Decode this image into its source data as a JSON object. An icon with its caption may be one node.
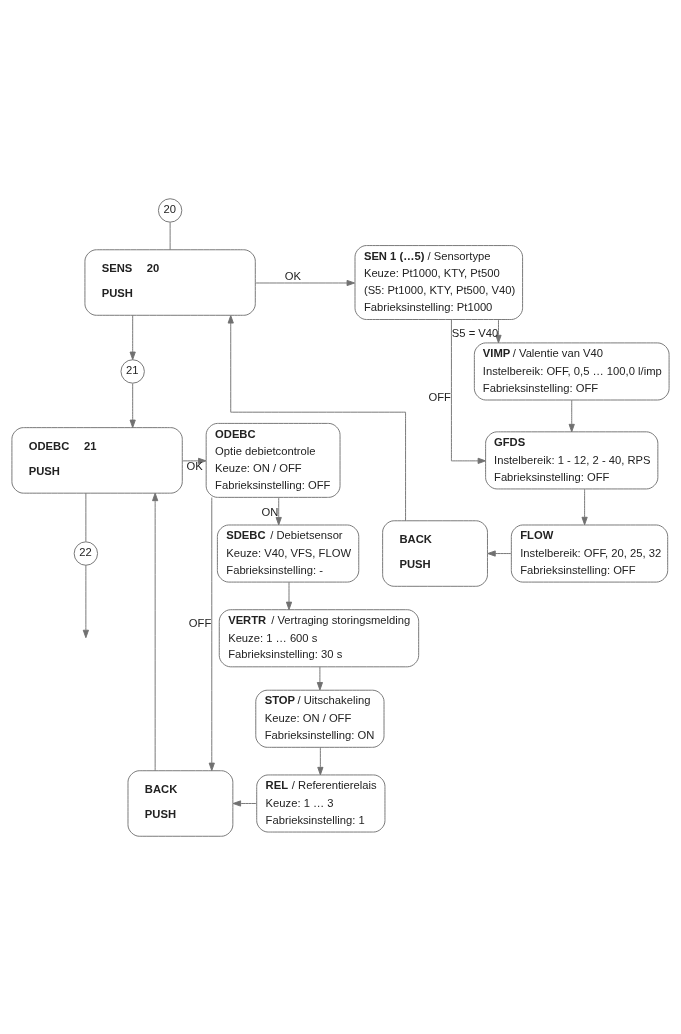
{
  "diagram": {
    "nodes": [
      {
        "text": [
          "20"
        ]
      },
      {
        "text": [
          "SENS",
          "20",
          "PUSH"
        ]
      },
      {
        "text": [
          "**SEN 1 (…5)** / Sensortype",
          "Keuze: Pt1000, KTY, Pt500",
          "(S5: Pt1000, KTY, Pt500, V40)",
          "Fabrieksinstelling: Pt1000"
        ]
      },
      {
        "text": [
          "**VIMP** / Valentie van V40",
          "Instelbereik: OFF, 0,5 … 100,0 l/imp",
          "Fabrieksinstelling: OFF"
        ]
      },
      {
        "text": [
          "**GFDS**",
          "Instelbereik: 1 - 12, 2 - 40, RPS",
          "Fabrieksinstelling: OFF"
        ]
      },
      {
        "text": [
          "**FLOW**",
          "Instelbereik: OFF, 20, 25, 32",
          "Fabrieksinstelling: OFF"
        ]
      },
      {
        "text": [
          "BACK",
          "PUSH"
        ]
      },
      {
        "text": [
          "21"
        ]
      },
      {
        "text": [
          "ODEBC",
          "21",
          "PUSH"
        ]
      },
      {
        "text": [
          "**ODEBC**",
          "Optie debietcontrole",
          "Keuze: ON / OFF",
          "Fabrieksinstelling: OFF"
        ]
      },
      {
        "text": [
          "**SDEBC** / Debietsensor",
          "Keuze: V40, VFS, FLOW",
          "Fabrieksinstelling: -"
        ]
      },
      {
        "text": [
          "**VERTR** / Vertraging storingsmelding",
          "Keuze: 1 … 600 s",
          "Fabrieksinstelling: 30 s"
        ]
      },
      {
        "text": [
          "**STOP** / Uitschakeling",
          "Keuze: ON / OFF",
          "Fabrieksinstelling: ON"
        ]
      },
      {
        "text": [
          "**REL** / Referentierelais",
          "Keuze: 1 … 3",
          "Fabrieksinstelling: 1"
        ]
      },
      {
        "text": [
          "BACK",
          "PUSH"
        ]
      },
      {
        "text": [
          "22"
        ]
      }
    ],
    "edges": [
      {
        "from": 0,
        "to": 1,
        "arrow": "none"
      },
      {
        "from": 1,
        "to": 2,
        "label": "OK",
        "arrow": "to"
      },
      {
        "from": 2,
        "to": 4,
        "label": "OFF",
        "arrow": "to"
      },
      {
        "from": 2,
        "to": 3,
        "label": "S5 = V40",
        "arrow": "to"
      },
      {
        "from": 3,
        "to": 4,
        "arrow": "to"
      },
      {
        "from": 4,
        "to": 5,
        "arrow": "to"
      },
      {
        "from": 5,
        "to": 6,
        "arrow": "to"
      },
      {
        "from": 6,
        "to": 1,
        "arrow": "to"
      },
      {
        "from": 1,
        "to": 7,
        "arrow": "to"
      },
      {
        "from": 7,
        "to": 8,
        "arrow": "to"
      },
      {
        "from": 8,
        "to": 9,
        "label": "OK",
        "arrow": "to"
      },
      {
        "from": 9,
        "to": 14,
        "label": "OFF",
        "arrow": "to"
      },
      {
        "from": 9,
        "to": 10,
        "label": "ON",
        "arrow": "to"
      },
      {
        "from": 10,
        "to": 11,
        "arrow": "to"
      },
      {
        "from": 11,
        "to": 12,
        "arrow": "to"
      },
      {
        "from": 12,
        "to": 13,
        "arrow": "to"
      },
      {
        "from": 13,
        "to": 14,
        "arrow": "to"
      },
      {
        "from": 14,
        "to": 8,
        "arrow": "to"
      },
      {
        "from": 8,
        "to": 15,
        "arrow": "none"
      },
      {
        "from": 15,
        "to": null,
        "arrow": "to"
      }
    ]
  }
}
